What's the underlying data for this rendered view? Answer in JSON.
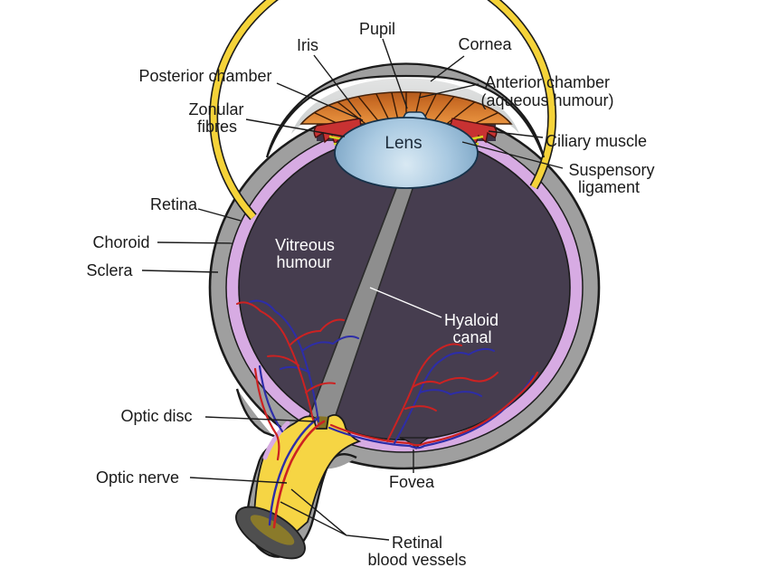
{
  "figure": {
    "type": "anatomical-diagram",
    "subject": "Human eye cross-section schematic"
  },
  "labels": {
    "pupil": "Pupil",
    "iris": "Iris",
    "cornea": "Cornea",
    "posterior_chamber": "Posterior chamber",
    "anterior_chamber_line1": "Anterior chamber",
    "anterior_chamber_line2": "(aqueous humour)",
    "zonular_line1": "Zonular",
    "zonular_line2": "fibres",
    "ciliary_muscle": "Ciliary muscle",
    "suspensory_line1": "Suspensory",
    "suspensory_line2": "ligament",
    "lens": "Lens",
    "retina": "Retina",
    "choroid": "Choroid",
    "sclera": "Sclera",
    "vitreous_line1": "Vitreous",
    "vitreous_line2": "humour",
    "hyaloid_line1": "Hyaloid",
    "hyaloid_line2": "canal",
    "optic_disc": "Optic disc",
    "optic_nerve": "Optic nerve",
    "fovea": "Fovea",
    "retinal_vessels_line1": "Retinal",
    "retinal_vessels_line2": "blood vessels"
  },
  "colors": {
    "background": "#ffffff",
    "outline": "#1b1b1b",
    "sclera_gray": "#9f9f9f",
    "choroid_pink": "#d7abe3",
    "retina_yellow": "#f5d339",
    "vitreous_dark": "#463d4f",
    "anterior_chamber_gray": "#d9dbdb",
    "iris_orange": "#cd6d26",
    "ciliary_red": "#c83232",
    "zonule_yellow": "#d6d622",
    "lens_blue": "#a9c9e1",
    "hyaloid_gray": "#8e8e8e",
    "optic_nerve_yellow": "#f6d544",
    "optic_disc_olive": "#867325",
    "vessel_red": "#cc2222",
    "vessel_blue": "#2d2da8"
  }
}
